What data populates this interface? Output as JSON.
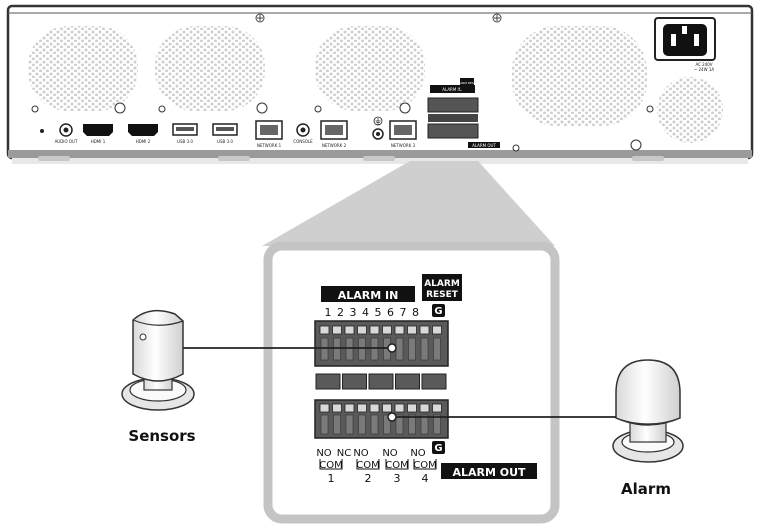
{
  "device_ports": {
    "audio_out": "AUDIO OUT",
    "hdmi1": "HDMI 1",
    "hdmi2": "HDMI 2",
    "usb1": "USB 3.0",
    "usb2": "USB 3.0",
    "network1": "NETWORK 1",
    "console": "CONSOLE",
    "network2": "NETWORK 2",
    "network3": "NETWORK 3",
    "alarm_in_small": "ALARM IN",
    "alarm_reset_small": "ALARM RESET",
    "alarm_out_small": "ALARM OUT",
    "power_line1": "AC 240V",
    "power_line2": "~ 24W 1A"
  },
  "panel": {
    "alarm_in": "ALARM IN",
    "alarm_reset_line1": "ALARM",
    "alarm_reset_line2": "RESET",
    "ground": "G",
    "alarm_out": "ALARM OUT",
    "input_numbers": [
      "1",
      "2",
      "3",
      "4",
      "5",
      "6",
      "7",
      "8"
    ],
    "output_groups": [
      {
        "no": "NO",
        "nc": "NC",
        "com": "COM",
        "num": "1"
      },
      {
        "no": "NO",
        "nc": "",
        "com": "COM",
        "num": "2"
      },
      {
        "no": "NO",
        "nc": "",
        "com": "COM",
        "num": "3"
      },
      {
        "no": "NO",
        "nc": "",
        "com": "COM",
        "num": "4"
      }
    ]
  },
  "sensors_label": "Sensors",
  "alarm_label": "Alarm"
}
